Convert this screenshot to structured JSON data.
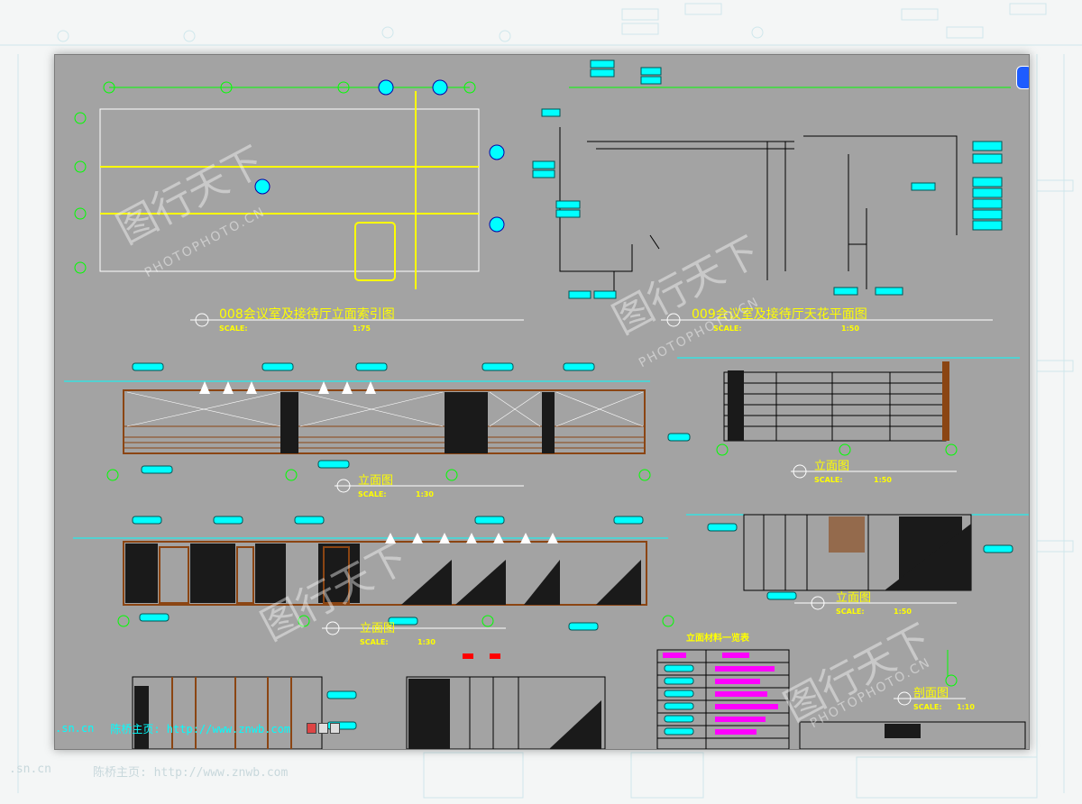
{
  "background": {
    "footer_domain": ".sn.cn",
    "footer_home": "陈桥主页: http://www.znwb.com"
  },
  "window": {
    "top_left_title": "008会议室及接待厅立面索引图",
    "top_left_scale_label": "SCALE:",
    "top_left_scale_value": "1:75",
    "top_right_title": "009会议室及接待厅天花平面图",
    "top_right_scale_label": "SCALE:",
    "top_right_scale_value": "1:50",
    "elev1_title": "立面图",
    "elev1_scale_label": "SCALE:",
    "elev1_scale_value": "1:30",
    "elev2_title": "立面图",
    "elev2_scale_label": "SCALE:",
    "elev2_scale_value": "1:50",
    "elev3_title": "立面图",
    "elev3_scale_label": "SCALE:",
    "elev3_scale_value": "1:30",
    "elev4_title": "立面图",
    "elev4_scale_label": "SCALE:",
    "elev4_scale_value": "1:50",
    "section_title": "剖面图",
    "section_scale_label": "SCALE:",
    "section_scale_value": "1:10",
    "materials_title": "立面材料一览表",
    "section_tag": "剖面图",
    "footer_domain": ".sn.cn",
    "footer_home": "陈桥主页: http://www.znwb.com"
  },
  "watermark": {
    "brand": "图行天下",
    "sub": "PHOTOPHOTO.CN"
  },
  "colors": {
    "canvas": "#a3a3a3",
    "cyan": "#00ffff",
    "yellow": "#ffff00",
    "green": "#00ff00",
    "brown": "#8b4513",
    "red": "#ff0000"
  }
}
